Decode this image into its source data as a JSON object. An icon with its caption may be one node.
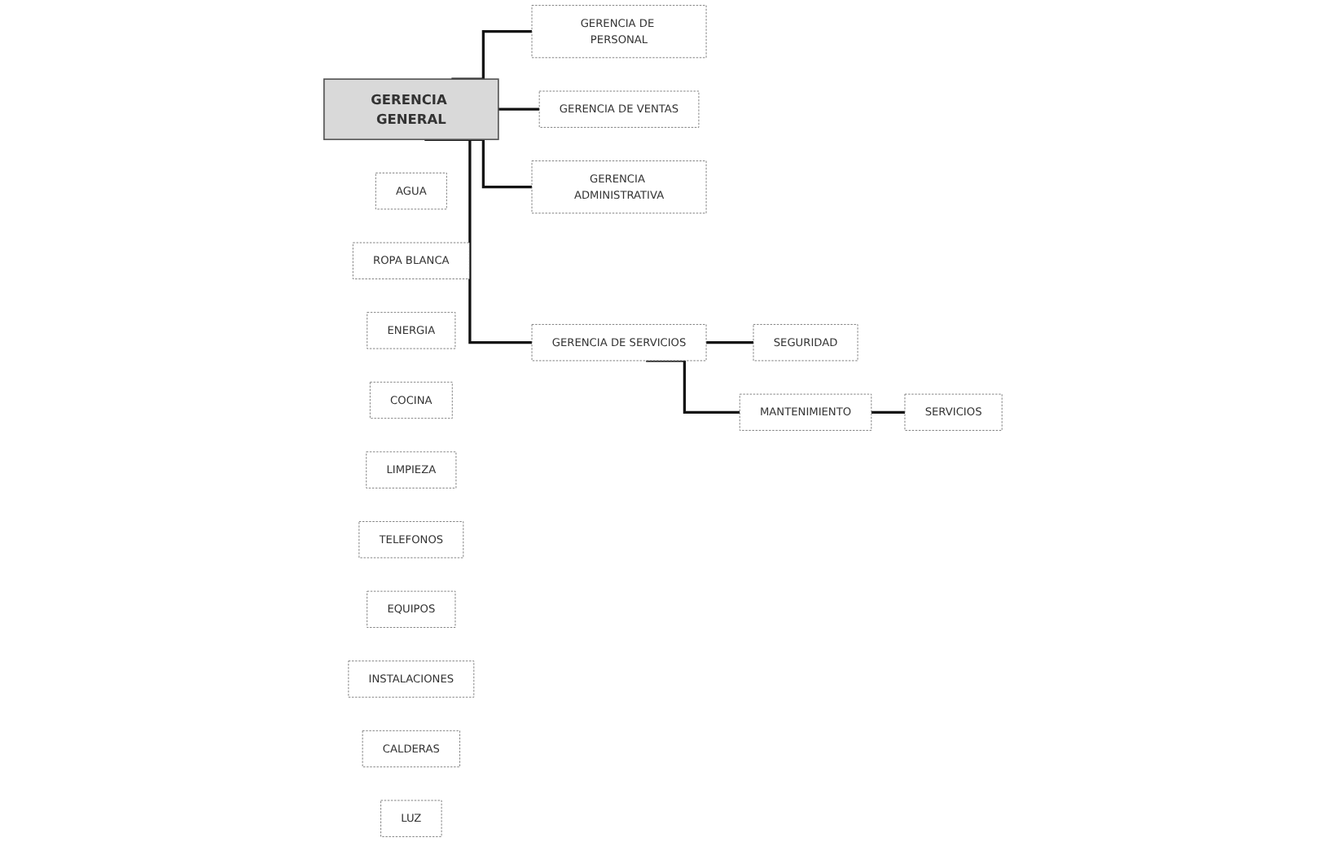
{
  "diagram": {
    "nodes": [
      {
        "text": [
          "GERENCIA GENERAL"
        ]
      },
      {
        "text": [
          "GERENCIA DE PERSONAL"
        ]
      },
      {
        "text": [
          "GERENCIA DE VENTAS"
        ]
      },
      {
        "text": [
          "GERENCIA ADMINISTRATIVA"
        ]
      },
      {
        "text": [
          "GERENCIA DE SERVICIOS"
        ]
      },
      {
        "text": [
          "SEGURIDAD"
        ]
      },
      {
        "text": [
          "MANTENIMIENTO"
        ]
      },
      {
        "text": [
          "SERVICIOS"
        ]
      },
      {
        "text": [
          "AGUA"
        ]
      },
      {
        "text": [
          "ROPA BLANCA"
        ]
      },
      {
        "text": [
          "ENERGIA"
        ]
      },
      {
        "text": [
          "COCINA"
        ]
      },
      {
        "text": [
          "LIMPIEZA"
        ]
      },
      {
        "text": [
          "TELEFONOS"
        ]
      },
      {
        "text": [
          "EQUIPOS"
        ]
      },
      {
        "text": [
          "INSTALACIONES"
        ]
      },
      {
        "text": [
          "CALDERAS"
        ]
      },
      {
        "text": [
          "LUZ"
        ]
      }
    ],
    "edges": [
      {
        "from": 0,
        "to": 1,
        "arrow": "none"
      },
      {
        "from": 0,
        "to": 2,
        "arrow": "none"
      },
      {
        "from": 0,
        "to": 3,
        "arrow": "none"
      },
      {
        "from": 0,
        "to": 4,
        "arrow": "none"
      },
      {
        "from": 4,
        "to": 5,
        "arrow": "none"
      },
      {
        "from": 4,
        "to": 6,
        "arrow": "none"
      },
      {
        "from": 6,
        "to": 7,
        "arrow": "none"
      }
    ]
  }
}
